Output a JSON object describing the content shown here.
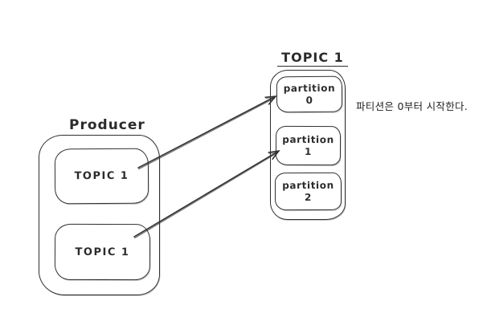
{
  "producer": {
    "title": "Producer",
    "topics": [
      {
        "label": "TOPIC 1"
      },
      {
        "label": "TOPIC 1"
      }
    ]
  },
  "topic": {
    "title": "TOPIC 1",
    "partitions": [
      {
        "label": "partition",
        "number": "0"
      },
      {
        "label": "partition",
        "number": "1"
      },
      {
        "label": "partition",
        "number": "2"
      }
    ]
  },
  "note": {
    "text": "파티션은 0부터 시작한다."
  },
  "edges": [
    {
      "from": "producer-topic-1",
      "to": "partition-0"
    },
    {
      "from": "producer-topic-2",
      "to": "partition-1"
    }
  ],
  "colors": {
    "stroke": "#2f2f2f",
    "background": "#ffffff"
  }
}
